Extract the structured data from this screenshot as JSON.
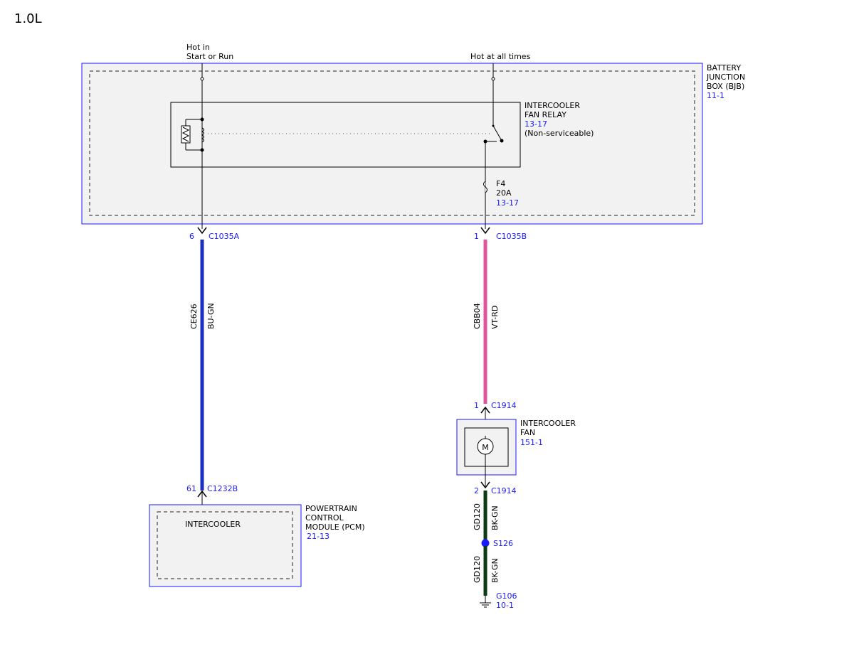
{
  "page": {
    "title": "1.0L"
  },
  "sources": {
    "run": [
      "Hot in",
      "Start or Run"
    ],
    "always": "Hot at all times"
  },
  "bjb": {
    "lines": [
      "BATTERY",
      "JUNCTION",
      "BOX (BJB)"
    ],
    "ref": "11-1"
  },
  "relay": {
    "lines": [
      "INTERCOOLER",
      "FAN RELAY"
    ],
    "ref": "13-17",
    "note": "(Non-serviceable)"
  },
  "fuse": {
    "name": "F4",
    "rating": "20A",
    "ref": "13-17"
  },
  "connectors": {
    "c1035a": {
      "pin": "6",
      "name": "C1035A"
    },
    "c1035b": {
      "pin": "1",
      "name": "C1035B"
    },
    "c1914_1": {
      "pin": "1",
      "name": "C1914"
    },
    "c1914_2": {
      "pin": "2",
      "name": "C1914"
    },
    "c1232b": {
      "pin": "61",
      "name": "C1232B"
    }
  },
  "wires": {
    "ce626": {
      "circuit": "CE626",
      "color": "BU-GN",
      "hex": "#1b2fc2"
    },
    "cbb04": {
      "circuit": "CBB04",
      "color": "VT-RD",
      "hex": "#e0569e"
    },
    "gd120a": {
      "circuit": "GD120",
      "color": "BK-GN",
      "hex": "#0e3a14"
    },
    "gd120b": {
      "circuit": "GD120",
      "color": "BK-GN",
      "hex": "#0e3a14"
    }
  },
  "fan": {
    "lines": [
      "INTERCOOLER",
      "FAN"
    ],
    "ref": "151-1",
    "symbol": "M"
  },
  "pcm": {
    "lines": [
      "POWERTRAIN",
      "CONTROL",
      "MODULE (PCM)"
    ],
    "ref": "21-13",
    "inner": "INTERCOOLER"
  },
  "splice": {
    "name": "S126"
  },
  "ground": {
    "name": "G106",
    "ref": "10-1"
  },
  "colors": {
    "outline_blue": "#1a1aff",
    "box_fill": "#f2f2f2",
    "ref_blue": "#1a1aff"
  }
}
